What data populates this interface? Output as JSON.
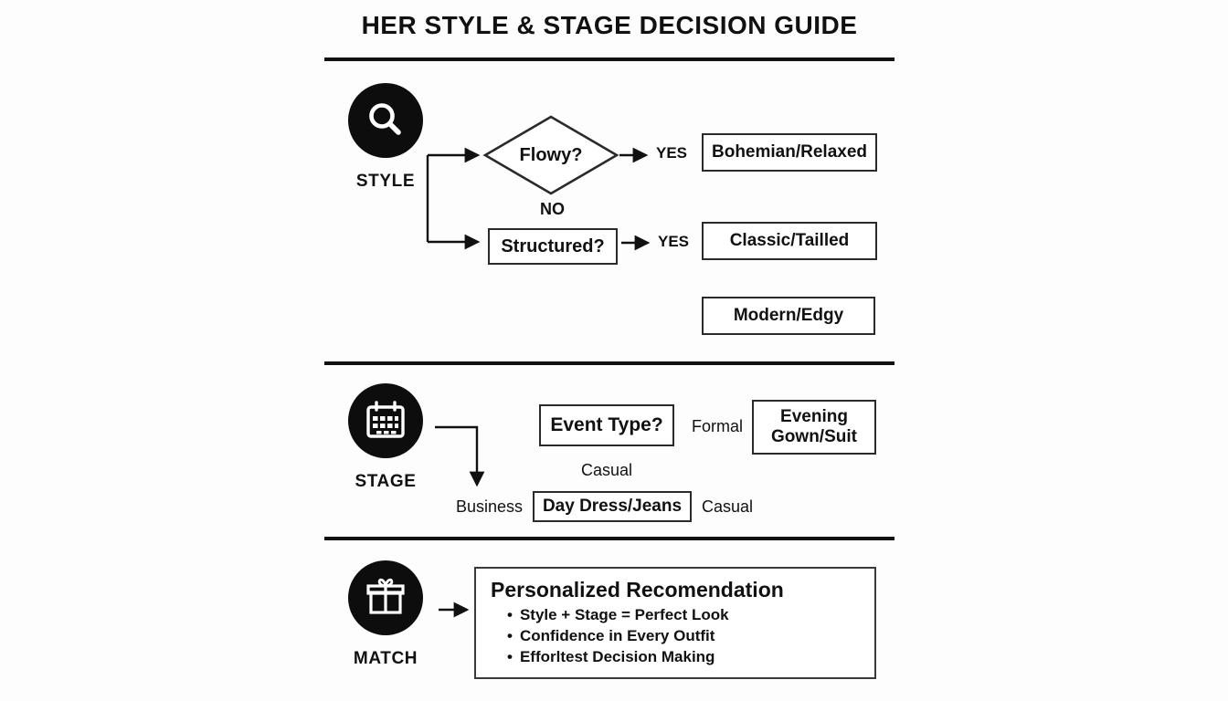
{
  "page": {
    "title": "HER STYLE & STAGE DECISION GUIDE",
    "background_color": "#fdfdfd",
    "ink_color": "#111111"
  },
  "sections": {
    "style": {
      "icon_name": "magnifier-icon",
      "label": "STYLE",
      "decision_diamond": "Flowy?",
      "no_label": "NO",
      "second_question": "Structured?",
      "yes_label_1": "YES",
      "yes_label_2": "YES",
      "outcomes": [
        "Bohemian/Relaxed",
        "Classic/Tailled",
        "Modern/Edgy"
      ]
    },
    "stage": {
      "icon_name": "calendar-icon",
      "label": "STAGE",
      "question": "Event Type?",
      "branch_formal": "Formal",
      "branch_casual_top": "Casual",
      "branch_casual_right": "Casual",
      "branch_business": "Business",
      "outcome_formal": "Evening Gown/Suit",
      "outcome_formal_line1": "Evening",
      "outcome_formal_line2": "Gown/Suit",
      "outcome_casual": "Day Dress/Jeans"
    },
    "match": {
      "icon_name": "gift-icon",
      "label": "MATCH",
      "panel_title": "Personalized Recomendation",
      "bullets": [
        "Style + Stage = Perfect Look",
        "Confidence in Every Outfit",
        "Efforltest Decision Making"
      ]
    }
  }
}
